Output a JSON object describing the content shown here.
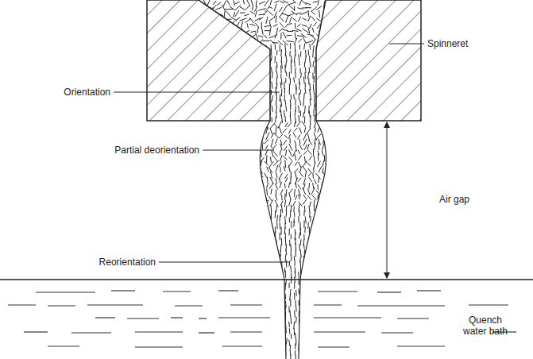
{
  "diagram": {
    "labels": [
      "Orientation",
      "Partial deorientation",
      "Reorientation",
      "Spinneret",
      "Air gap",
      "Quench water bath"
    ]
  }
}
